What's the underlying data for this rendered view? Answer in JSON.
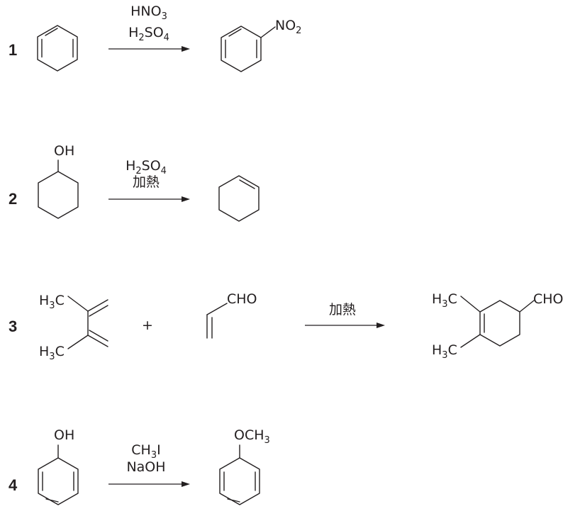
{
  "reactions": [
    {
      "number": "1",
      "reagents": [
        "HNO3",
        "H2SO4"
      ],
      "product_substituent": "NO2"
    },
    {
      "number": "2",
      "reactant_substituent": "OH",
      "reagents": [
        "H2SO4",
        "加熱"
      ]
    },
    {
      "number": "3",
      "reactant_groups": [
        "H3C",
        "H3C"
      ],
      "plus": "+",
      "dienophile_group": "CHO",
      "reagents": [
        "加熱"
      ],
      "product_groups": [
        "H3C",
        "H3C",
        "CHO"
      ]
    },
    {
      "number": "4",
      "reactant_substituent": "OH",
      "reagents": [
        "CH3I",
        "NaOH"
      ],
      "product_substituent": "OCH3"
    }
  ]
}
